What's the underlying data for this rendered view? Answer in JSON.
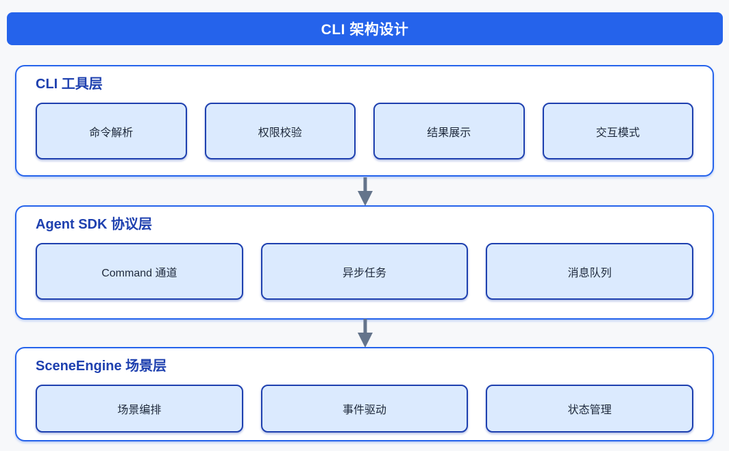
{
  "title": "CLI 架构设计",
  "colors": {
    "page_bg": "#f7f8fa",
    "banner_bg": "#2563eb",
    "banner_text": "#ffffff",
    "layer_border": "#2563eb",
    "layer_bg": "#ffffff",
    "header_text": "#1e40af",
    "node_bg": "#dbeafe",
    "node_border": "#1e40af",
    "node_text": "#1e293b",
    "arrow_color": "#64748b"
  },
  "layers": [
    {
      "label": "CLI 工具层",
      "boxes": [
        "命令解析",
        "权限校验",
        "结果展示",
        "交互模式"
      ]
    },
    {
      "label": "Agent SDK 协议层",
      "boxes": [
        "Command 通道",
        "异步任务",
        "消息队列"
      ]
    },
    {
      "label": "SceneEngine 场景层",
      "boxes": [
        "场景编排",
        "事件驱动",
        "状态管理"
      ]
    }
  ],
  "arrows": [
    {
      "name": "arrow-cli-to-sdk",
      "direction": "down"
    },
    {
      "name": "arrow-sdk-to-scene",
      "direction": "down"
    }
  ]
}
